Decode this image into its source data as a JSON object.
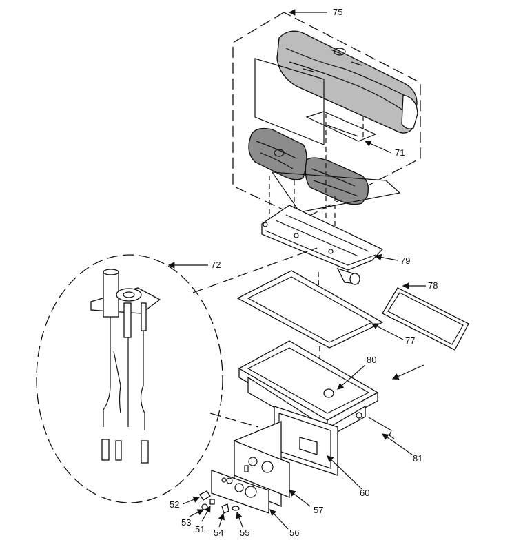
{
  "labels": {
    "l75": "75",
    "l71": "71",
    "l72": "72",
    "l79": "79",
    "l78": "78",
    "l77": "77",
    "l80": "80",
    "l81": "81",
    "l60": "60",
    "l57": "57",
    "l56": "56",
    "l52": "52",
    "l53": "53",
    "l51": "51",
    "l54": "54",
    "l55": "55"
  },
  "colors": {
    "line": "#111111",
    "log_fill": "#bcbcbc",
    "log_dark_fill": "#8c8c8c",
    "background": "#ffffff"
  }
}
